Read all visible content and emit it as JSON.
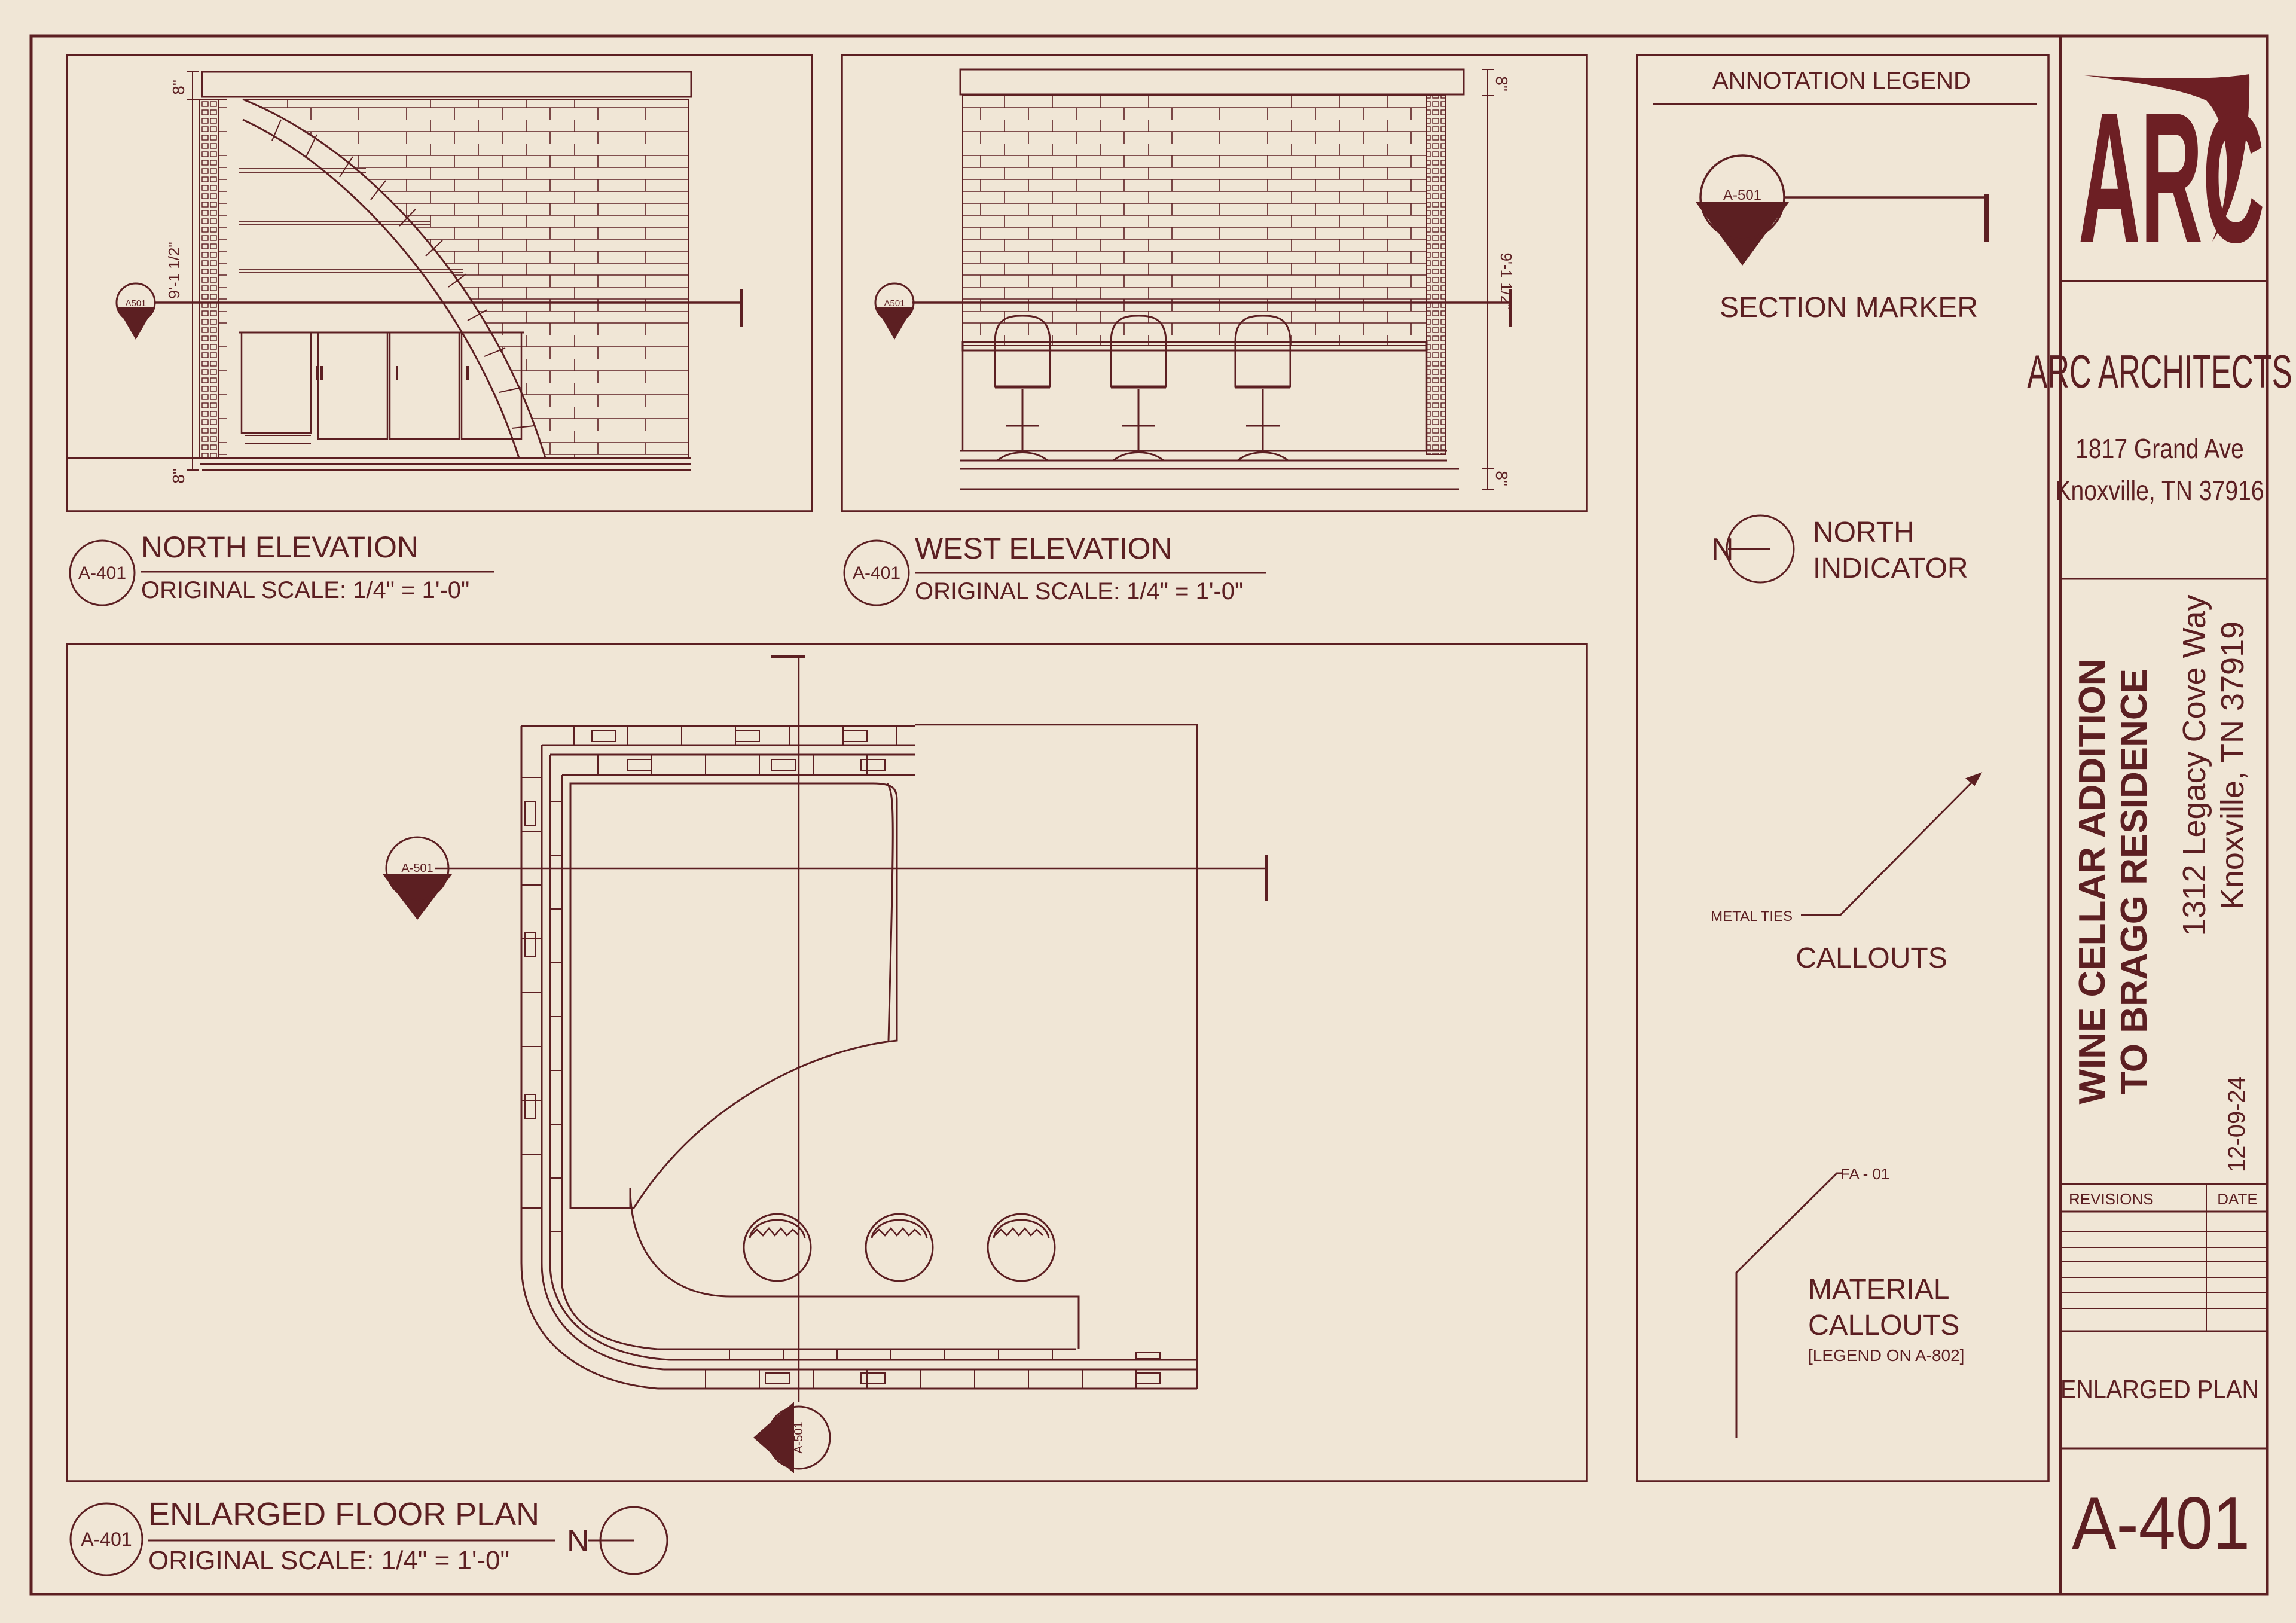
{
  "colors": {
    "paper": "#f0e6d6",
    "ink": "#5c1f22",
    "accent": "#6d1f24"
  },
  "north_elevation": {
    "dim_top": "8\"",
    "dim_height": "9'-1 1/2\"",
    "dim_bottom": "8\"",
    "section_tag": "A501",
    "view_tag": "A-401",
    "title": "NORTH ELEVATION",
    "scale": "ORIGINAL SCALE: 1/4\" = 1'-0\""
  },
  "west_elevation": {
    "dim_top": "8\"",
    "dim_height": "9'-1 1/2\"",
    "dim_bottom": "8\"",
    "section_tag": "A501",
    "view_tag": "A-401",
    "title": "WEST ELEVATION",
    "scale": "ORIGINAL SCALE: 1/4\" = 1'-0\""
  },
  "floor_plan": {
    "section_tag_left": "A-501",
    "section_tag_bottom": "A-501",
    "view_tag": "A-401",
    "title": "ENLARGED FLOOR PLAN",
    "scale": "ORIGINAL SCALE: 1/4\" = 1'-0\"",
    "north_letter": "N"
  },
  "legend": {
    "title": "ANNOTATION LEGEND",
    "section_tag": "A-501",
    "section_marker": "SECTION MARKER",
    "north_letter": "N",
    "north_line1": "NORTH",
    "north_line2": "INDICATOR",
    "callout_example": "METAL TIES",
    "callouts": "CALLOUTS",
    "material_tag": "FA - 01",
    "material_line1": "MATERIAL",
    "material_line2": "CALLOUTS",
    "material_note": "[LEGEND ON A-802]"
  },
  "title_block": {
    "logo": "ARC",
    "firm": "ARC ARCHITECTS",
    "address1": "1817 Grand Ave",
    "address2": "Knoxville, TN 37916",
    "project_line1": "WINE CELLAR ADDITION",
    "project_line2": "TO BRAGG RESIDENCE",
    "site1": "1312 Legacy Cove Way",
    "site2": "Knoxville, TN 37919",
    "date": "12-09-24",
    "revisions_label": "REVISIONS",
    "date_label": "DATE",
    "sheet_title": "ENLARGED PLAN",
    "sheet_number": "A-401"
  }
}
